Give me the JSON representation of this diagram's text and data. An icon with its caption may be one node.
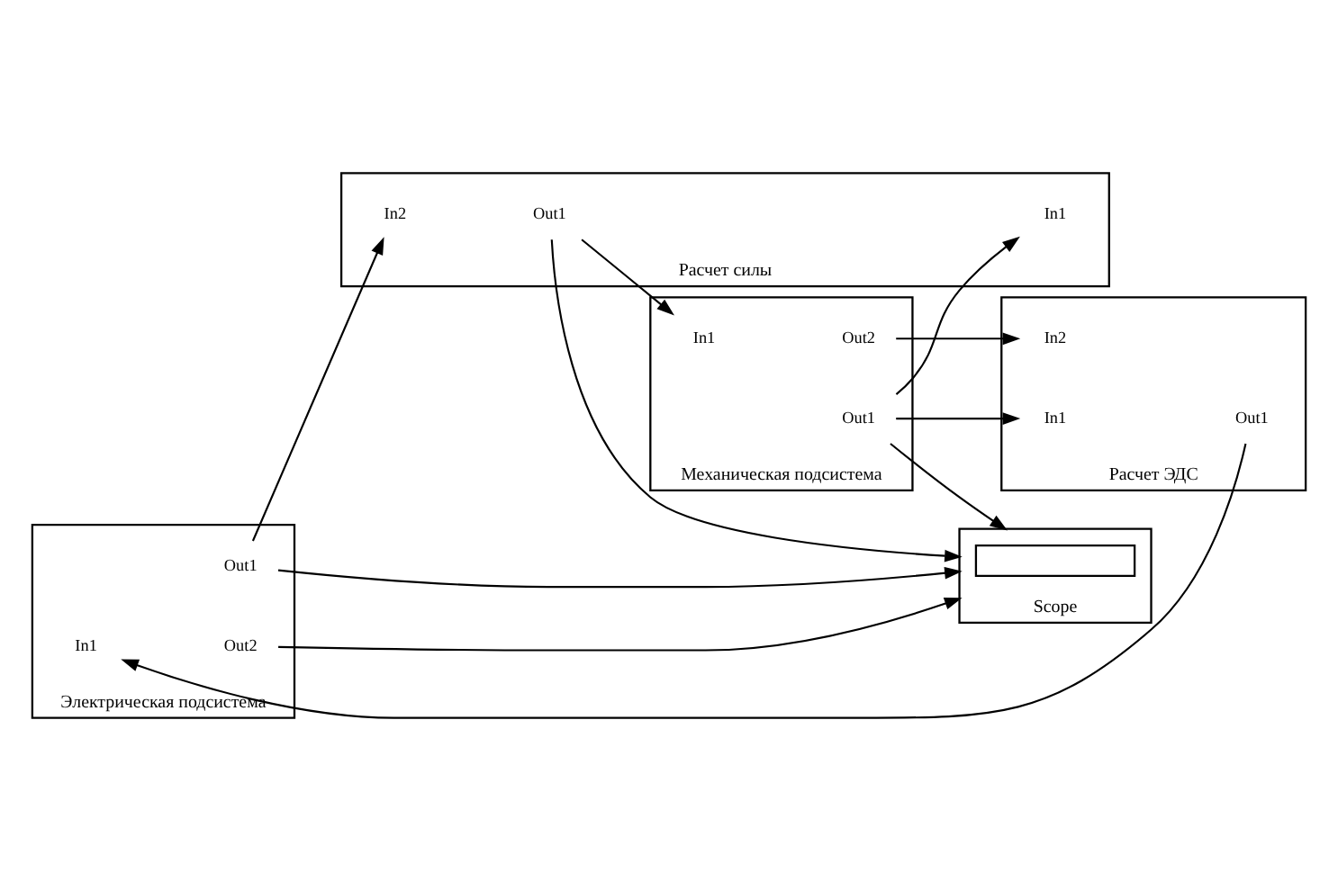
{
  "diagram": {
    "nodes": [
      {
        "text": [
          "Электрическая подсистема"
        ]
      },
      {
        "text": [
          "In1"
        ],
        "in": 0
      },
      {
        "text": [
          "Out1"
        ],
        "in": 0
      },
      {
        "text": [
          "Out2"
        ],
        "in": 0
      },
      {
        "text": [
          "Расчет силы"
        ]
      },
      {
        "text": [
          "In1"
        ],
        "in": 4
      },
      {
        "text": [
          "In2"
        ],
        "in": 4
      },
      {
        "text": [
          "Out1"
        ],
        "in": 4
      },
      {
        "text": [
          "Механическая подсистема"
        ]
      },
      {
        "text": [
          "In1"
        ],
        "in": 8
      },
      {
        "text": [
          "Out1"
        ],
        "in": 8
      },
      {
        "text": [
          "Out2"
        ],
        "in": 8
      },
      {
        "text": [
          "Расчет ЭДС"
        ]
      },
      {
        "text": [
          "In1"
        ],
        "in": 12
      },
      {
        "text": [
          "In2"
        ],
        "in": 12
      },
      {
        "text": [
          "Out1"
        ],
        "in": 12
      },
      {
        "text": [
          "Scope"
        ]
      },
      {
        "text": [],
        "shape": "box",
        "in": 16
      }
    ],
    "edges": [
      {
        "from": 2,
        "to": 6,
        "arrow": "to"
      },
      {
        "from": 2,
        "to": 16,
        "arrow": "to"
      },
      {
        "from": 3,
        "to": 16,
        "arrow": "to"
      },
      {
        "from": 7,
        "to": 9,
        "arrow": "to"
      },
      {
        "from": 7,
        "to": 16,
        "arrow": "to"
      },
      {
        "from": 10,
        "to": 5,
        "arrow": "to"
      },
      {
        "from": 10,
        "to": 13,
        "arrow": "to"
      },
      {
        "from": 10,
        "to": 16,
        "arrow": "to"
      },
      {
        "from": 11,
        "to": 14,
        "arrow": "to"
      },
      {
        "from": 15,
        "to": 1,
        "arrow": "to"
      }
    ]
  }
}
